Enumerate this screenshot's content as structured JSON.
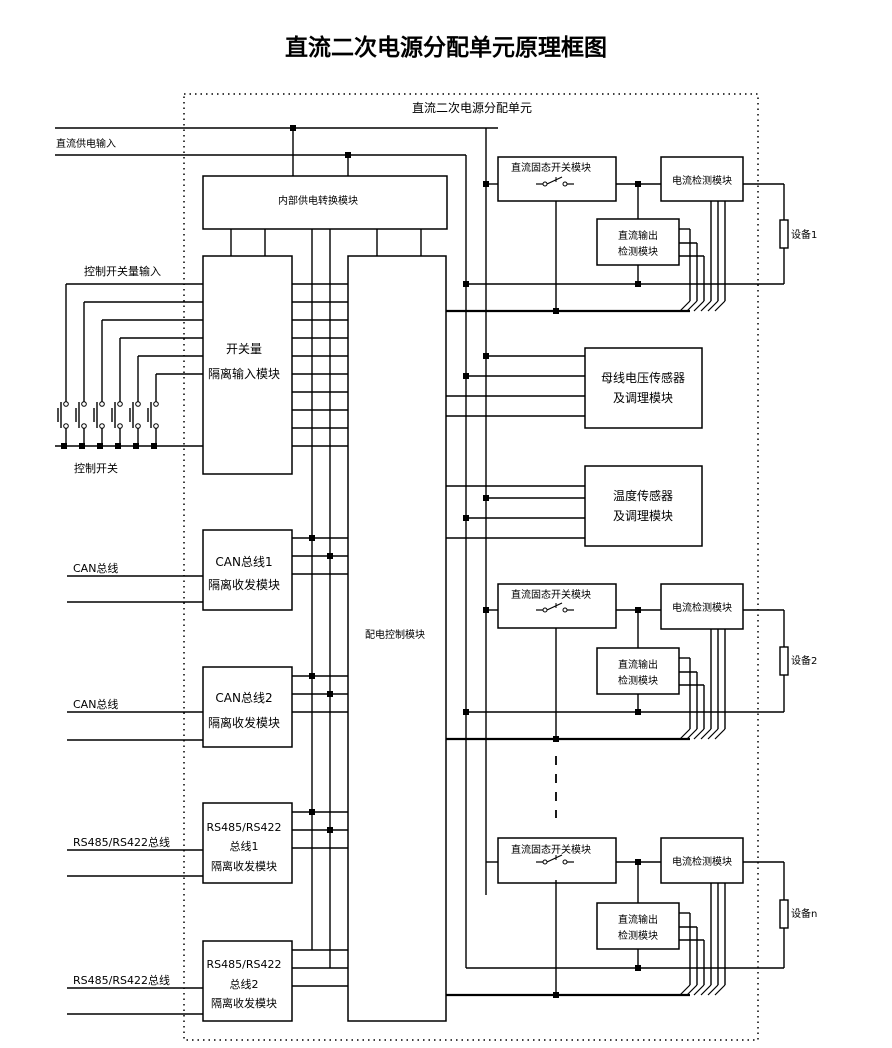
{
  "title": "直流二次电源分配单元原理框图",
  "unit_label": "直流二次电源分配单元",
  "inputs": {
    "dc_supply": "直流供电输入",
    "control_switch_input": "控制开关量输入",
    "control_switch": "控制开关",
    "can_bus_a": "CAN总线",
    "can_bus_b": "CAN总线",
    "rs_bus_a": "RS485/RS422总线",
    "rs_bus_b": "RS485/RS422总线"
  },
  "modules": {
    "internal_power": "内部供电转换模块",
    "switch_input": [
      "开关量",
      "隔离输入模块"
    ],
    "can1": [
      "CAN总线1",
      "隔离收发模块"
    ],
    "can2": [
      "CAN总线2",
      "隔离收发模块"
    ],
    "rs1": [
      "RS485/RS422",
      "总线1",
      "隔离收发模块"
    ],
    "rs2": [
      "RS485/RS422",
      "总线2",
      "隔离收发模块"
    ],
    "controller": "配电控制模块",
    "bus_voltage": [
      "母线电压传感器",
      "及调理模块"
    ],
    "temperature": [
      "温度传感器",
      "及调理模块"
    ]
  },
  "channels": [
    {
      "ssr": "直流固态开关模块",
      "current": "电流检测模块",
      "output_detect": [
        "直流输出",
        "检测模块"
      ],
      "device": "设备1"
    },
    {
      "ssr": "直流固态开关模块",
      "current": "电流检测模块",
      "output_detect": [
        "直流输出",
        "检测模块"
      ],
      "device": "设备2"
    },
    {
      "ssr": "直流固态开关模块",
      "current": "电流检测模块",
      "output_detect": [
        "直流输出",
        "检测模块"
      ],
      "device": "设备n"
    }
  ]
}
